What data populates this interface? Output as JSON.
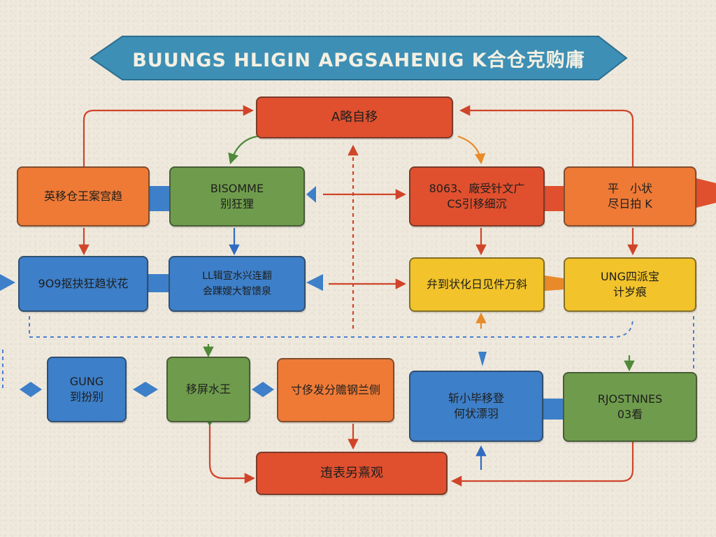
{
  "title": "BUUNGS HLIGIN APGSAHENIG K合仓克购庸",
  "colors": {
    "orange": "#ee7a36",
    "red": "#e0502e",
    "green": "#6f9c4c",
    "blue": "#3d7fc8",
    "yellow": "#f2c32a",
    "banner": "#3d8fb5",
    "arrow": "#d0442a",
    "dash": "#4a7fd0"
  },
  "nodes": {
    "top": [
      "A略自移"
    ],
    "r1c1": [
      "英移仓王案宫趋"
    ],
    "r1c2": [
      "BΙSOMME",
      "别狂狸"
    ],
    "r1c3": [
      "8063、廠受针文广",
      "CS引移细沉"
    ],
    "r1c4": [
      "平　小状",
      "尽日拍 K"
    ],
    "r2c1": [
      "9O9抠抉狂趋状花"
    ],
    "r2c2": [
      "LL辑宣水兴连翻",
      "会踝嫂大智馈泉"
    ],
    "r2c3": [
      "弁到状化日见件万斜"
    ],
    "r2c4": [
      "UNG四派宝",
      "计岁痕"
    ],
    "r3c1": [
      "GUNG",
      "到扮别"
    ],
    "r3c2": [
      "移屏水王"
    ],
    "r3c3": [
      "寸侈发分赡钢兰侧"
    ],
    "r3c4": [
      "斩小毕移登",
      "何状漂羽"
    ],
    "r3c5": [
      "RJOSTNNES",
      "03看"
    ],
    "bottom": [
      "迶表另熹观"
    ]
  }
}
